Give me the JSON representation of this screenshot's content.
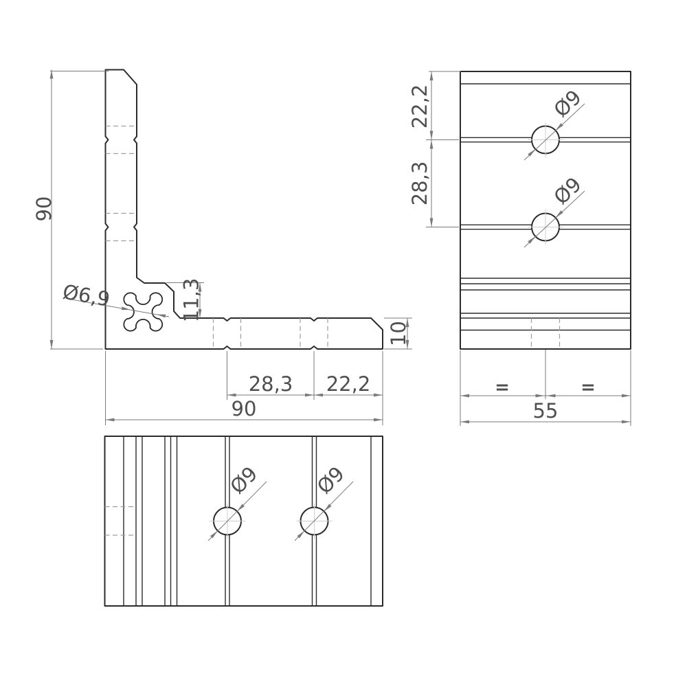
{
  "title": "Corner bracket technical drawing",
  "colors": {
    "object": "#2b2b2b",
    "dimension": "#7a7a7a",
    "text": "#4f4f4f",
    "hidden": "#9e9e9e",
    "centerline": "#cfcfcf",
    "background": "#ffffff"
  },
  "front_view": {
    "height": "90",
    "width": "90",
    "hole_spacing": "28,3",
    "hole_to_edge": "22,2",
    "corner_step": "11,3",
    "profile_thickness": "10",
    "slot_diameter": "Ø6,9"
  },
  "side_view": {
    "hole_to_top": "22,2",
    "hole_spacing": "28,3",
    "hole_1_diameter": "Ø9",
    "hole_2_diameter": "Ø9",
    "equal_left": "=",
    "equal_right": "=",
    "width": "55"
  },
  "bottom_view": {
    "hole_1_diameter": "Ø9",
    "hole_2_diameter": "Ø9"
  }
}
